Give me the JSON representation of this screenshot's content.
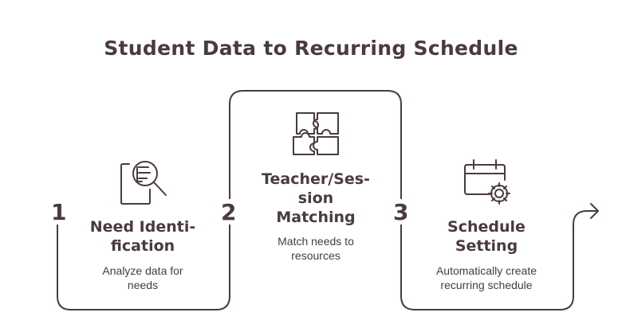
{
  "title": "Student Data to Recurring Schedule",
  "steps": [
    {
      "number": "1",
      "title_line1": "Need Identi-",
      "title_line2": "fication",
      "desc_line1": "Analyze data for",
      "desc_line2": "needs",
      "icon": "document-search-icon"
    },
    {
      "number": "2",
      "title_line1": "Teacher/Ses-",
      "title_line2": "sion",
      "title_line3": "Matching",
      "desc_line1": "Match needs to",
      "desc_line2": "resources",
      "icon": "puzzle-icon"
    },
    {
      "number": "3",
      "title_line1": "Schedule",
      "title_line2": "Setting",
      "desc_line1": "Automatically create",
      "desc_line2": "recurring schedule",
      "icon": "calendar-gear-icon"
    }
  ],
  "colors": {
    "text": "#4a3a42",
    "stroke": "#4a3a42",
    "desc": "#3f3f3f"
  }
}
